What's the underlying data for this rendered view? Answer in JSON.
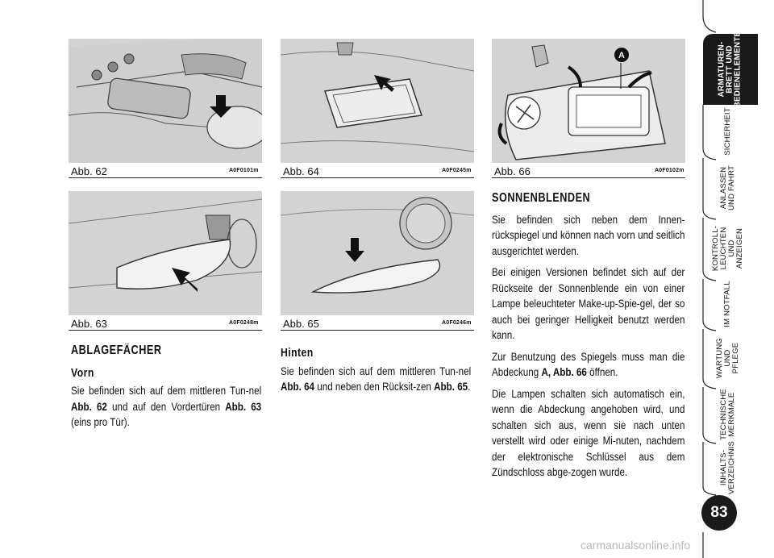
{
  "figures": {
    "fig62": {
      "label": "Abb. 62",
      "code": "A0F0101m"
    },
    "fig63": {
      "label": "Abb. 63",
      "code": "A0F0248m"
    },
    "fig64": {
      "label": "Abb. 64",
      "code": "A0F0245m"
    },
    "fig65": {
      "label": "Abb. 65",
      "code": "A0F0246m"
    },
    "fig66": {
      "label": "Abb. 66",
      "code": "A0F0102m",
      "marker": "A"
    }
  },
  "col1": {
    "heading": "ABLAGEFÄCHER",
    "subheading": "Vorn",
    "p1_a": "Sie befinden sich auf dem mittleren Tun-nel ",
    "p1_ref1": "Abb. 62",
    "p1_b": " und auf den Vordertüren ",
    "p1_ref2": "Abb. 63",
    "p1_c": " (eins pro Tür)."
  },
  "col2": {
    "subheading": "Hinten",
    "p1_a": "Sie befinden sich auf dem mittleren Tun-nel ",
    "p1_ref1": "Abb. 64",
    "p1_b": " und neben den Rücksit-zen ",
    "p1_ref2": "Abb. 65",
    "p1_c": "."
  },
  "col3": {
    "heading": "SONNENBLENDEN",
    "p1": "Sie befinden sich neben dem Innen-rückspiegel und können nach vorn und seitlich ausgerichtet werden.",
    "p2": "Bei einigen Versionen befindet sich auf der Rückseite der Sonnenblende ein von einer Lampe beleuchteter Make-up-Spie-gel, der so auch bei geringer Helligkeit benutzt werden kann.",
    "p3_a": "Zur Benutzung des Spiegels muss man die Abdeckung ",
    "p3_ref": "A, Abb. 66",
    "p3_b": " öffnen.",
    "p4": "Die Lampen schalten sich automatisch ein, wenn die Abdeckung angehoben wird, und schalten sich aus, wenn sie nach unten verstellt wird oder einige Mi-nuten, nachdem der elektronische Schlüssel aus dem Zündschloss abge-zogen wurde."
  },
  "sidebar": {
    "tabs": [
      {
        "label": "ARMATUREN-\nBRETT UND\nBEDIENELEMENTE",
        "active": true
      },
      {
        "label": "SICHERHEIT",
        "active": false
      },
      {
        "label": "ANLASSEN\nUND FAHRT",
        "active": false
      },
      {
        "label": "KONTROLL-\nLEUCHTEN\nUND ANZEIGEN",
        "active": false
      },
      {
        "label": "IM NOTFALL",
        "active": false
      },
      {
        "label": "WARTUNG\nUND PFLEGE",
        "active": false
      },
      {
        "label": "TECHNISCHE\nMERKMALE",
        "active": false
      },
      {
        "label": "INHALTS-\nVERZEICHNIS",
        "active": false
      }
    ],
    "page_number": "83"
  },
  "footer": {
    "watermark": "carmanualsonline.info"
  }
}
